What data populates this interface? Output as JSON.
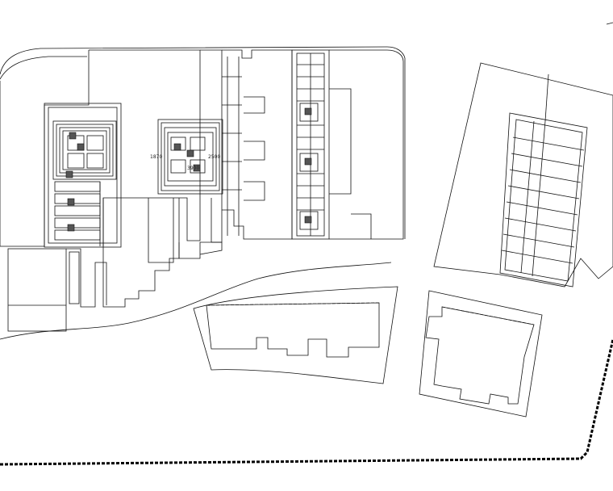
{
  "drawing": {
    "line_color": "#111111",
    "boundary_color": "#000000",
    "hatch_color": "#555555",
    "background": "#ffffff"
  },
  "dimension_labels": {
    "building_a_height": "1870",
    "building_b_width": "2500",
    "building_b_height": "3900"
  }
}
